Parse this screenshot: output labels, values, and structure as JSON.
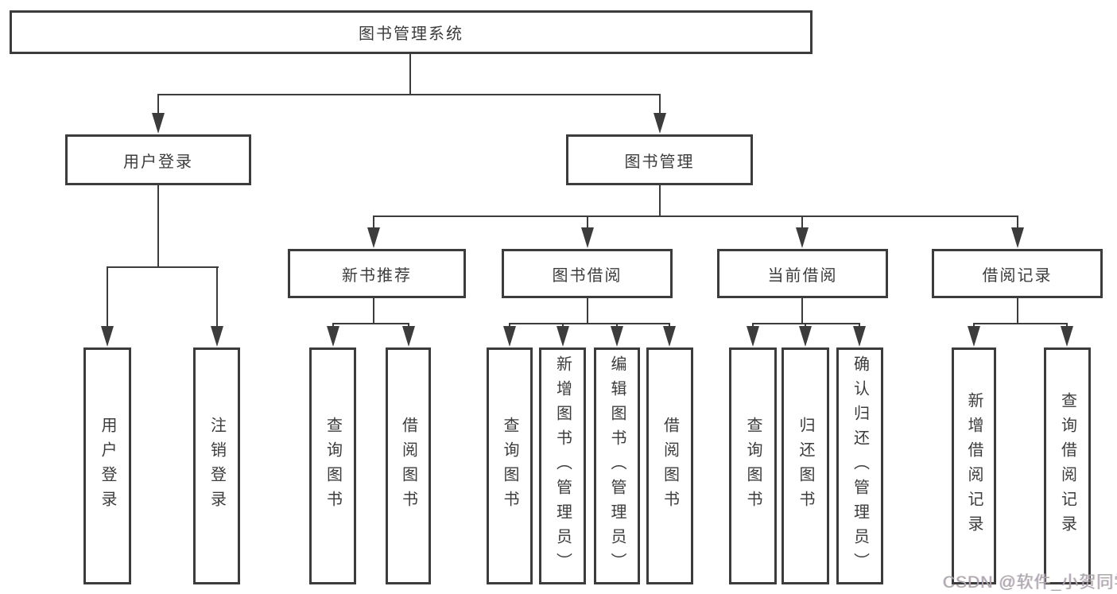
{
  "diagram": {
    "title": "图书管理系统",
    "level2": {
      "user": "用户登录",
      "book": "图书管理"
    },
    "level3": {
      "new_books": "新书推荐",
      "borrowing": "图书借阅",
      "current": "当前借阅",
      "records": "借阅记录"
    },
    "leaves": {
      "user_login": "用户登录",
      "logout": "注销登录",
      "nb_query": "查询图书",
      "nb_borrow": "借阅图书",
      "bb_query": "查询图书",
      "bb_add": "新增图书（管理员）",
      "bb_edit": "编辑图书（管理员）",
      "bb_borrow": "借阅图书",
      "cb_query": "查询图书",
      "cb_return": "归还图书",
      "cb_confirm": "确认归还（管理员）",
      "br_add": "新增借阅记录",
      "br_query": "查询借阅记录"
    }
  },
  "watermark": "CSDN @软件_小贺同学",
  "colors": {
    "line": "#3c3c3c",
    "text": "#3c3c3c",
    "background": "#ffffff",
    "watermark": "#a9a9a9"
  }
}
